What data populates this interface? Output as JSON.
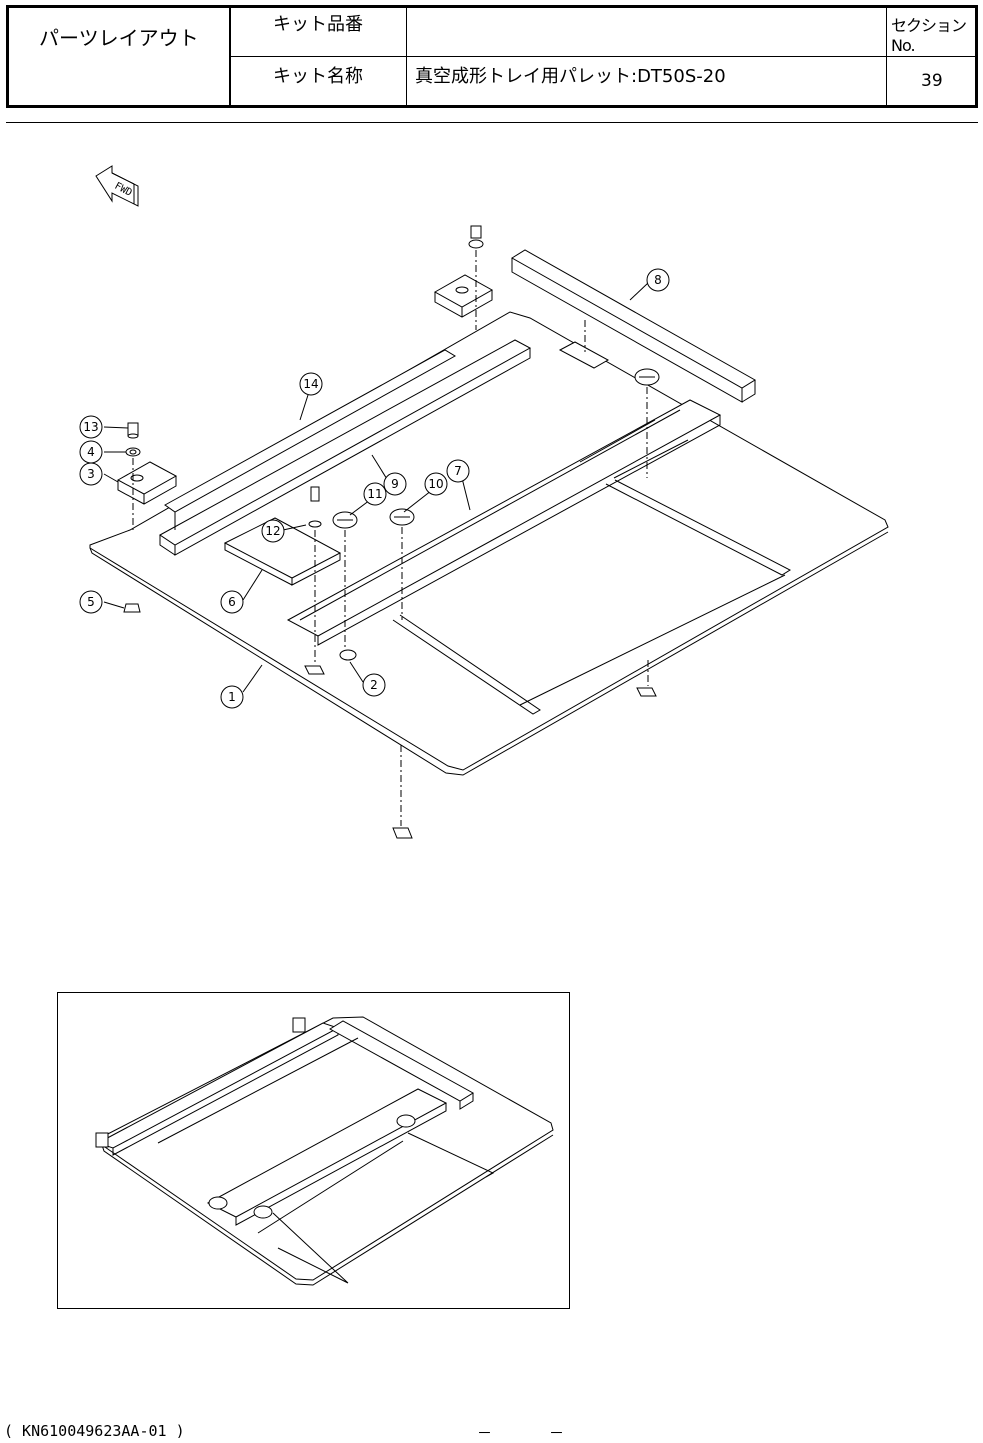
{
  "header": {
    "title": "パーツレイアウト",
    "kit_number_label": "キット品番",
    "kit_number_value": "",
    "kit_name_label": "キット名称",
    "kit_name_value": "真空成形トレイ用パレット:DT50S-20",
    "section_label": "セクションNo.",
    "section_number": "39"
  },
  "diagram": {
    "direction_arrow_text": "FWD",
    "callouts": [
      "1",
      "2",
      "3",
      "4",
      "5",
      "6",
      "7",
      "8",
      "9",
      "10",
      "11",
      "12",
      "13",
      "14"
    ]
  },
  "footer": {
    "doc_code": "( KN610049623AA-01 )",
    "page_left": "－",
    "page_right": "－"
  }
}
